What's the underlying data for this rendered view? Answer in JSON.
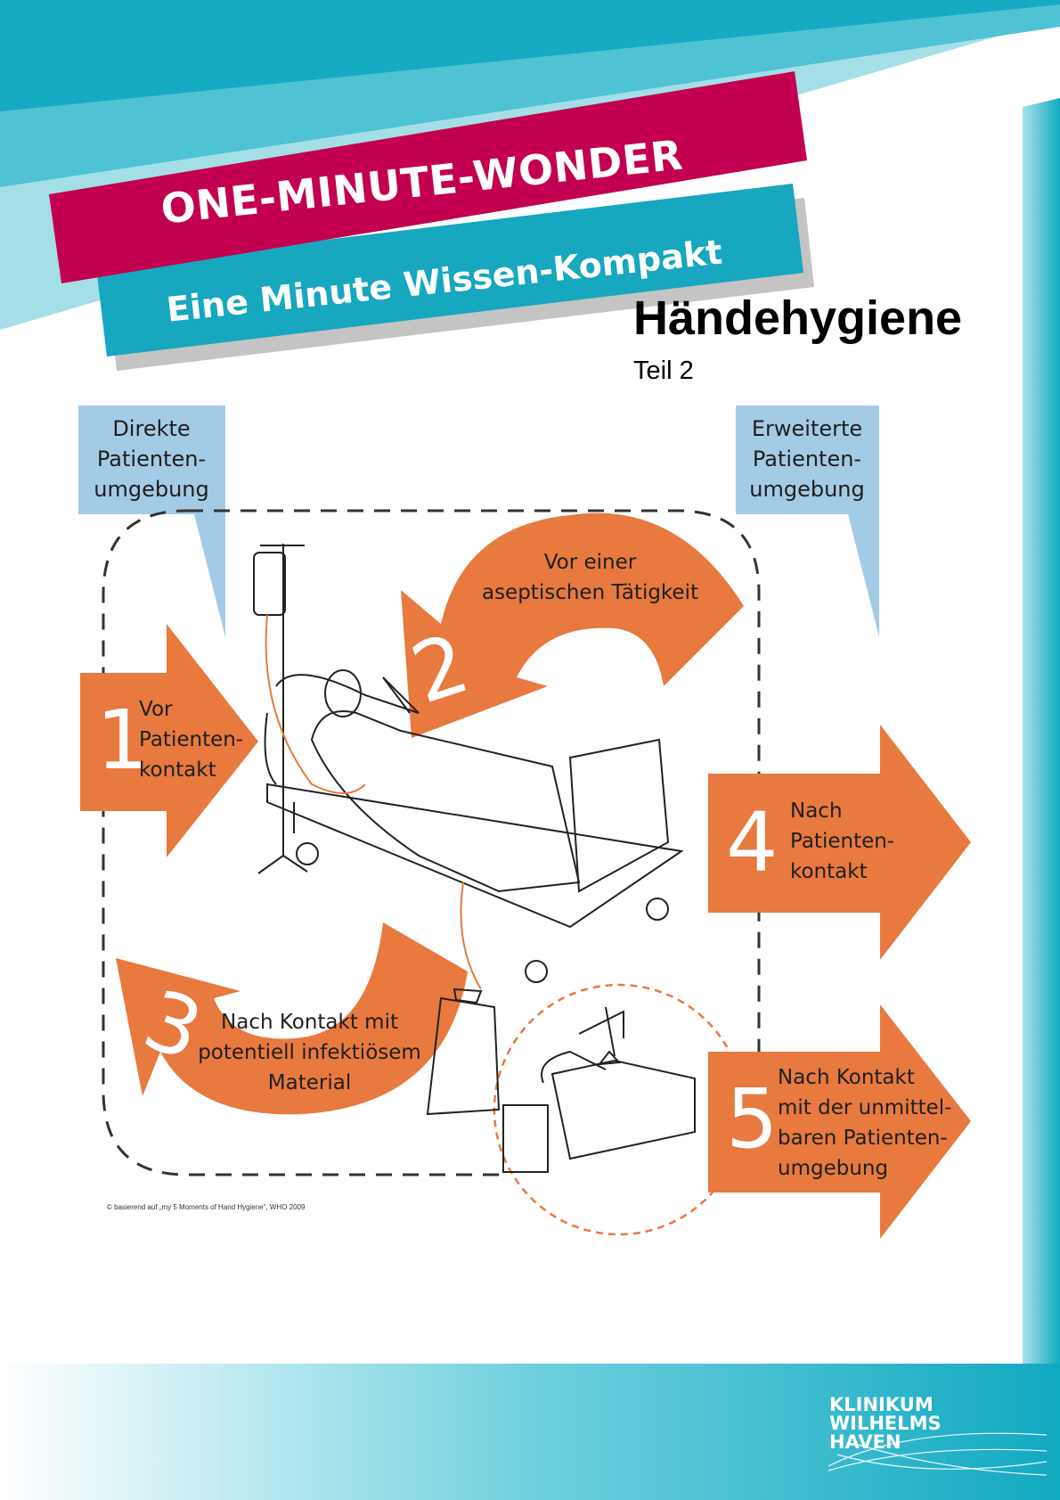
{
  "header": {
    "banner_title": "ONE-MINUTE-WONDER",
    "banner_subtitle": "Eine Minute Wissen-Kompakt"
  },
  "page": {
    "title": "Händehygiene",
    "subtitle": "Teil 2"
  },
  "diagram": {
    "zones": [
      {
        "label_lines": [
          "Direkte",
          "Patienten-",
          "umgebung"
        ]
      },
      {
        "label_lines": [
          "Erweiterte",
          "Patienten-",
          "umgebung"
        ]
      }
    ],
    "moments": [
      {
        "number": "1",
        "label_lines": [
          "Vor",
          "Patienten-",
          "kontakt"
        ]
      },
      {
        "number": "2",
        "label_lines": [
          "Vor einer",
          "aseptischen Tätigkeit"
        ]
      },
      {
        "number": "3",
        "label_lines": [
          "Nach Kontakt mit",
          "potentiell infektiösem",
          "Material"
        ]
      },
      {
        "number": "4",
        "label_lines": [
          "Nach",
          "Patienten-",
          "kontakt"
        ]
      },
      {
        "number": "5",
        "label_lines": [
          "Nach Kontakt",
          "mit der unmittel-",
          "baren Patienten-",
          "umgebung"
        ]
      }
    ],
    "copyright": "© basierend auf „my 5 Moments of Hand Hygiene“, WHO 2009"
  },
  "footer": {
    "logo_lines": [
      "KLINIKUM",
      "WILHELMS",
      "HAVEN"
    ]
  },
  "colors": {
    "teal": "#12a9c2",
    "light_teal": "#7fd3e1",
    "magenta": "#c3004f",
    "orange": "#e8793f",
    "light_blue_box": "#a4cbe6"
  }
}
